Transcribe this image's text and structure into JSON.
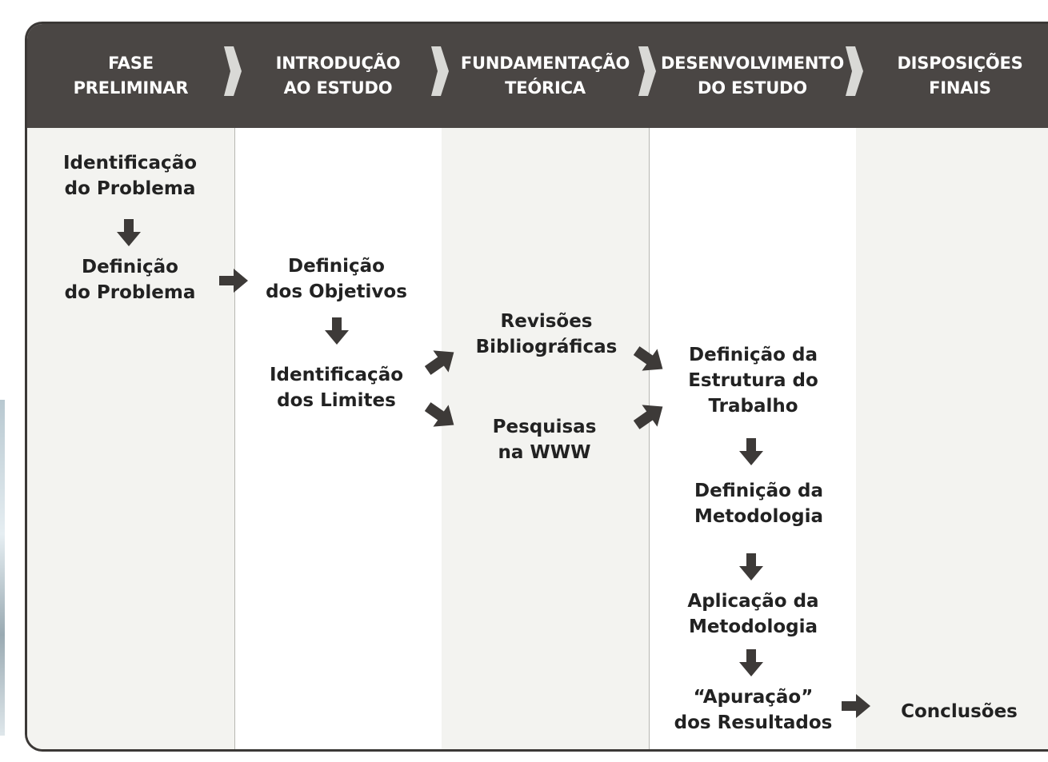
{
  "columns": [
    {
      "title": "FASE\nPRELIMINAR"
    },
    {
      "title": "INTRODUÇÃO\nAO ESTUDO"
    },
    {
      "title": "FUNDAMENTAÇÃO\nTEÓRICA"
    },
    {
      "title": "DESENVOLVIMENTO\nDO ESTUDO"
    },
    {
      "title": "DISPOSIÇÕES\nFINAIS"
    }
  ],
  "nodes": {
    "identificacao_problema": "Identificação\ndo Problema",
    "definicao_problema": "Definição\ndo Problema",
    "definicao_objetivos": "Definição\ndos Objetivos",
    "identificacao_limites": "Identificação\ndos Limites",
    "revisoes_bibliograficas": "Revisões\nBibliográficas",
    "pesquisas_www": "Pesquisas\nna WWW",
    "definicao_estrutura": "Definição da\nEstrutura do\nTrabalho",
    "definicao_metodologia": "Definição da\nMetodologia",
    "aplicacao_metodologia": "Aplicação da\nMetodologia",
    "apuracao_resultados": "“Apuração”\ndos Resultados",
    "conclusoes": "Conclusões"
  },
  "colors": {
    "header": "#4a4644",
    "shaded_column": "#f3f3f0",
    "arrow": "#3d3a38",
    "text": "#222222"
  }
}
